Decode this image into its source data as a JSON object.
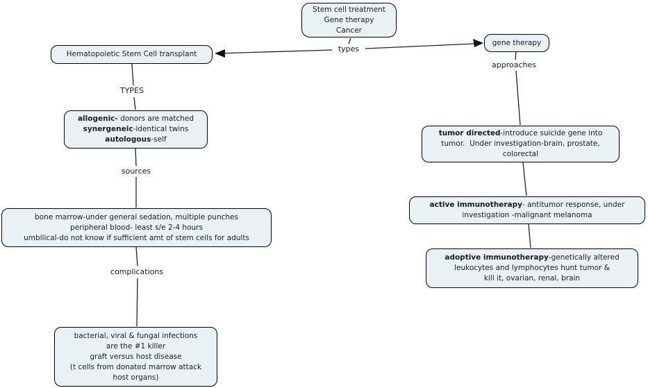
{
  "colors": {
    "box_fill": "#e9f1f5",
    "box_border": "#000000",
    "connector": "#222222",
    "text": "#1c1c1c"
  },
  "nodes": {
    "top": {
      "lines": [
        "Stem cell treatment",
        "Gene therapy",
        "Cancer"
      ]
    },
    "hsct": {
      "label": "Hematopoietic Stem Cell transplant"
    },
    "gene": {
      "label": "gene therapy"
    },
    "transplant_types": {
      "lines": [
        {
          "bold": "allogenic-",
          "rest": " donors are matched"
        },
        {
          "bold": "synergeneic",
          "rest": "-identical twins"
        },
        {
          "bold": "autologous",
          "rest": "-self"
        }
      ]
    },
    "transplant_sources": {
      "lines": [
        {
          "rest": "bone marrow-under general sedation, multiple punches"
        },
        {
          "rest": "peripheral blood- least s/e 2-4 hours"
        },
        {
          "rest": "umbilical-do not know if sufficient amt of stem cells for adults"
        }
      ]
    },
    "transplant_complications": {
      "lines": [
        {
          "rest": "bacterial, viral & fungal infections"
        },
        {
          "rest": "are the #1 killer"
        },
        {
          "rest": "graft versus host disease"
        },
        {
          "rest": "(t cells from donated marrow attack"
        },
        {
          "rest": "host organs)"
        }
      ]
    },
    "tumor_directed": {
      "lines": [
        {
          "bold": "tumor directed",
          "rest": "-introduce suicide gene into"
        },
        {
          "rest": "tumor.  Under investigation-brain, prostate,"
        },
        {
          "rest": "colorectal"
        }
      ]
    },
    "active_immunotherapy": {
      "lines": [
        {
          "bold": "active immunotherapy",
          "rest": "- antitumor response, under"
        },
        {
          "rest": "investigation -malignant melanoma"
        }
      ]
    },
    "adoptive_immunotherapy": {
      "lines": [
        {
          "bold": "adoptive immunotherapy",
          "rest": "-genetically altered"
        },
        {
          "rest": "leukocytes and lymphocytes hunt tumor &"
        },
        {
          "rest": "kill it, ovarian, renal, brain"
        }
      ]
    }
  },
  "links": {
    "types": "types",
    "types_upper": "TYPES",
    "sources": "sources",
    "complications": "complications",
    "approaches": "approaches"
  }
}
